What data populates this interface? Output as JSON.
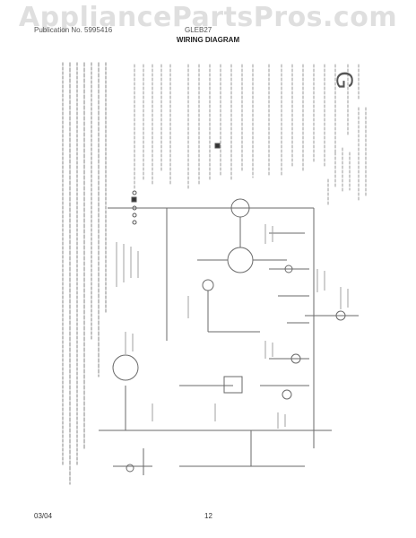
{
  "watermark": "AppliancePartsPros.com",
  "header": {
    "publication": "Publication No. 5995416",
    "model": "GLEB27"
  },
  "title": "WIRING DIAGRAM",
  "legend": {
    "corner_letter": "G"
  },
  "footer": {
    "date": "03/04",
    "page": "12"
  },
  "colors": {
    "line": "#6a6a6a",
    "text_faint": "#8a8a8a",
    "watermark": "#969696"
  }
}
